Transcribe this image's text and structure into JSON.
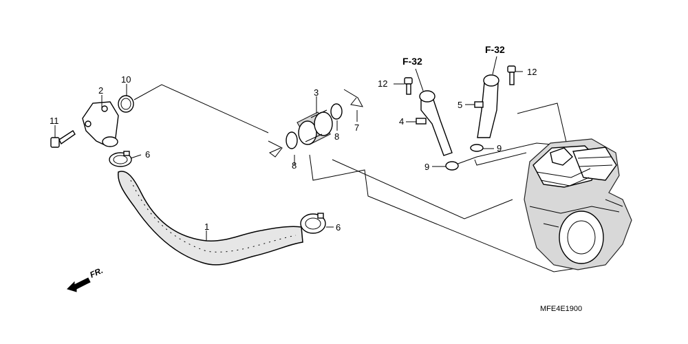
{
  "callouts": [
    {
      "key": "p1",
      "text": "1"
    },
    {
      "key": "p2",
      "text": "2"
    },
    {
      "key": "p3",
      "text": "3"
    },
    {
      "key": "p4",
      "text": "4"
    },
    {
      "key": "p5",
      "text": "5"
    },
    {
      "key": "p6a",
      "text": "6"
    },
    {
      "key": "p6b",
      "text": "6"
    },
    {
      "key": "p7",
      "text": "7"
    },
    {
      "key": "p8a",
      "text": "8"
    },
    {
      "key": "p8b",
      "text": "8"
    },
    {
      "key": "p9a",
      "text": "9"
    },
    {
      "key": "p9b",
      "text": "9"
    },
    {
      "key": "p10",
      "text": "10"
    },
    {
      "key": "p11",
      "text": "11"
    },
    {
      "key": "p12a",
      "text": "12"
    },
    {
      "key": "p12b",
      "text": "12"
    }
  ],
  "refs": {
    "left": "F-32",
    "right": "F-32"
  },
  "front_label": "FR.",
  "diagram_code": "MFE4E1900"
}
